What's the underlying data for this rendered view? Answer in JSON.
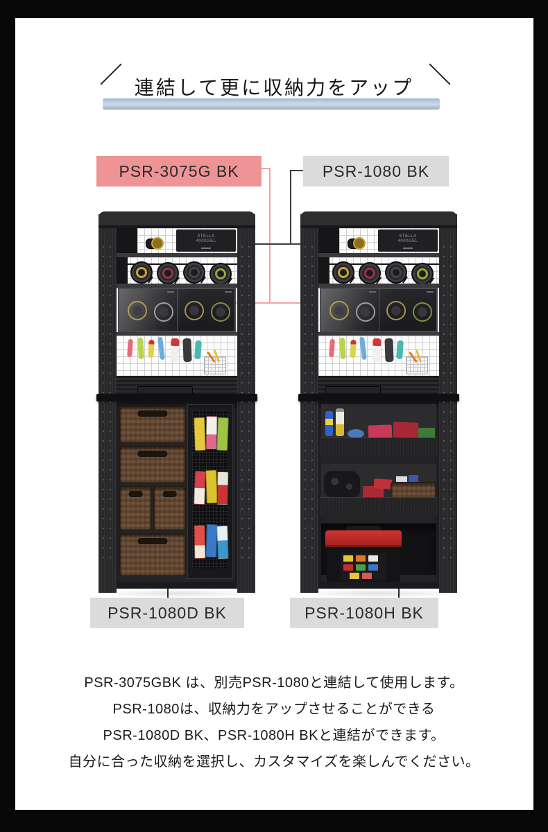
{
  "colors": {
    "page_bg": "#070707",
    "content_bg": "#ffffff",
    "label_pink": "#ee9396",
    "label_gray": "#dbdbdb",
    "title_bar_blue": "#b6c4da",
    "connector_pink": "#f0a3a5",
    "connector_dark": "#3e3e40",
    "cabinet_black": "#232325"
  },
  "header": {
    "title": "連結して更に収納力をアップ"
  },
  "product_labels": {
    "psr_3075g": {
      "text": "PSR-3075G BK"
    },
    "psr_1080": {
      "text": "PSR-1080 BK"
    },
    "psr_1080d": {
      "text": "PSR-1080D BK"
    },
    "psr_1080h": {
      "text": "PSR-1080H BK"
    }
  },
  "cabinets": {
    "stella_box": {
      "line1": "STELLA",
      "line2": "4000GEL"
    }
  },
  "description": {
    "lines": [
      "PSR-3075GBK は、別売PSR-1080と連結して使用します。",
      "PSR-1080は、収納力をアップさせることができる",
      "PSR-1080D BK、PSR-1080H BKと連結ができます。",
      "自分に合った収納を選択し、カスタマイズを楽しんでください。"
    ]
  }
}
